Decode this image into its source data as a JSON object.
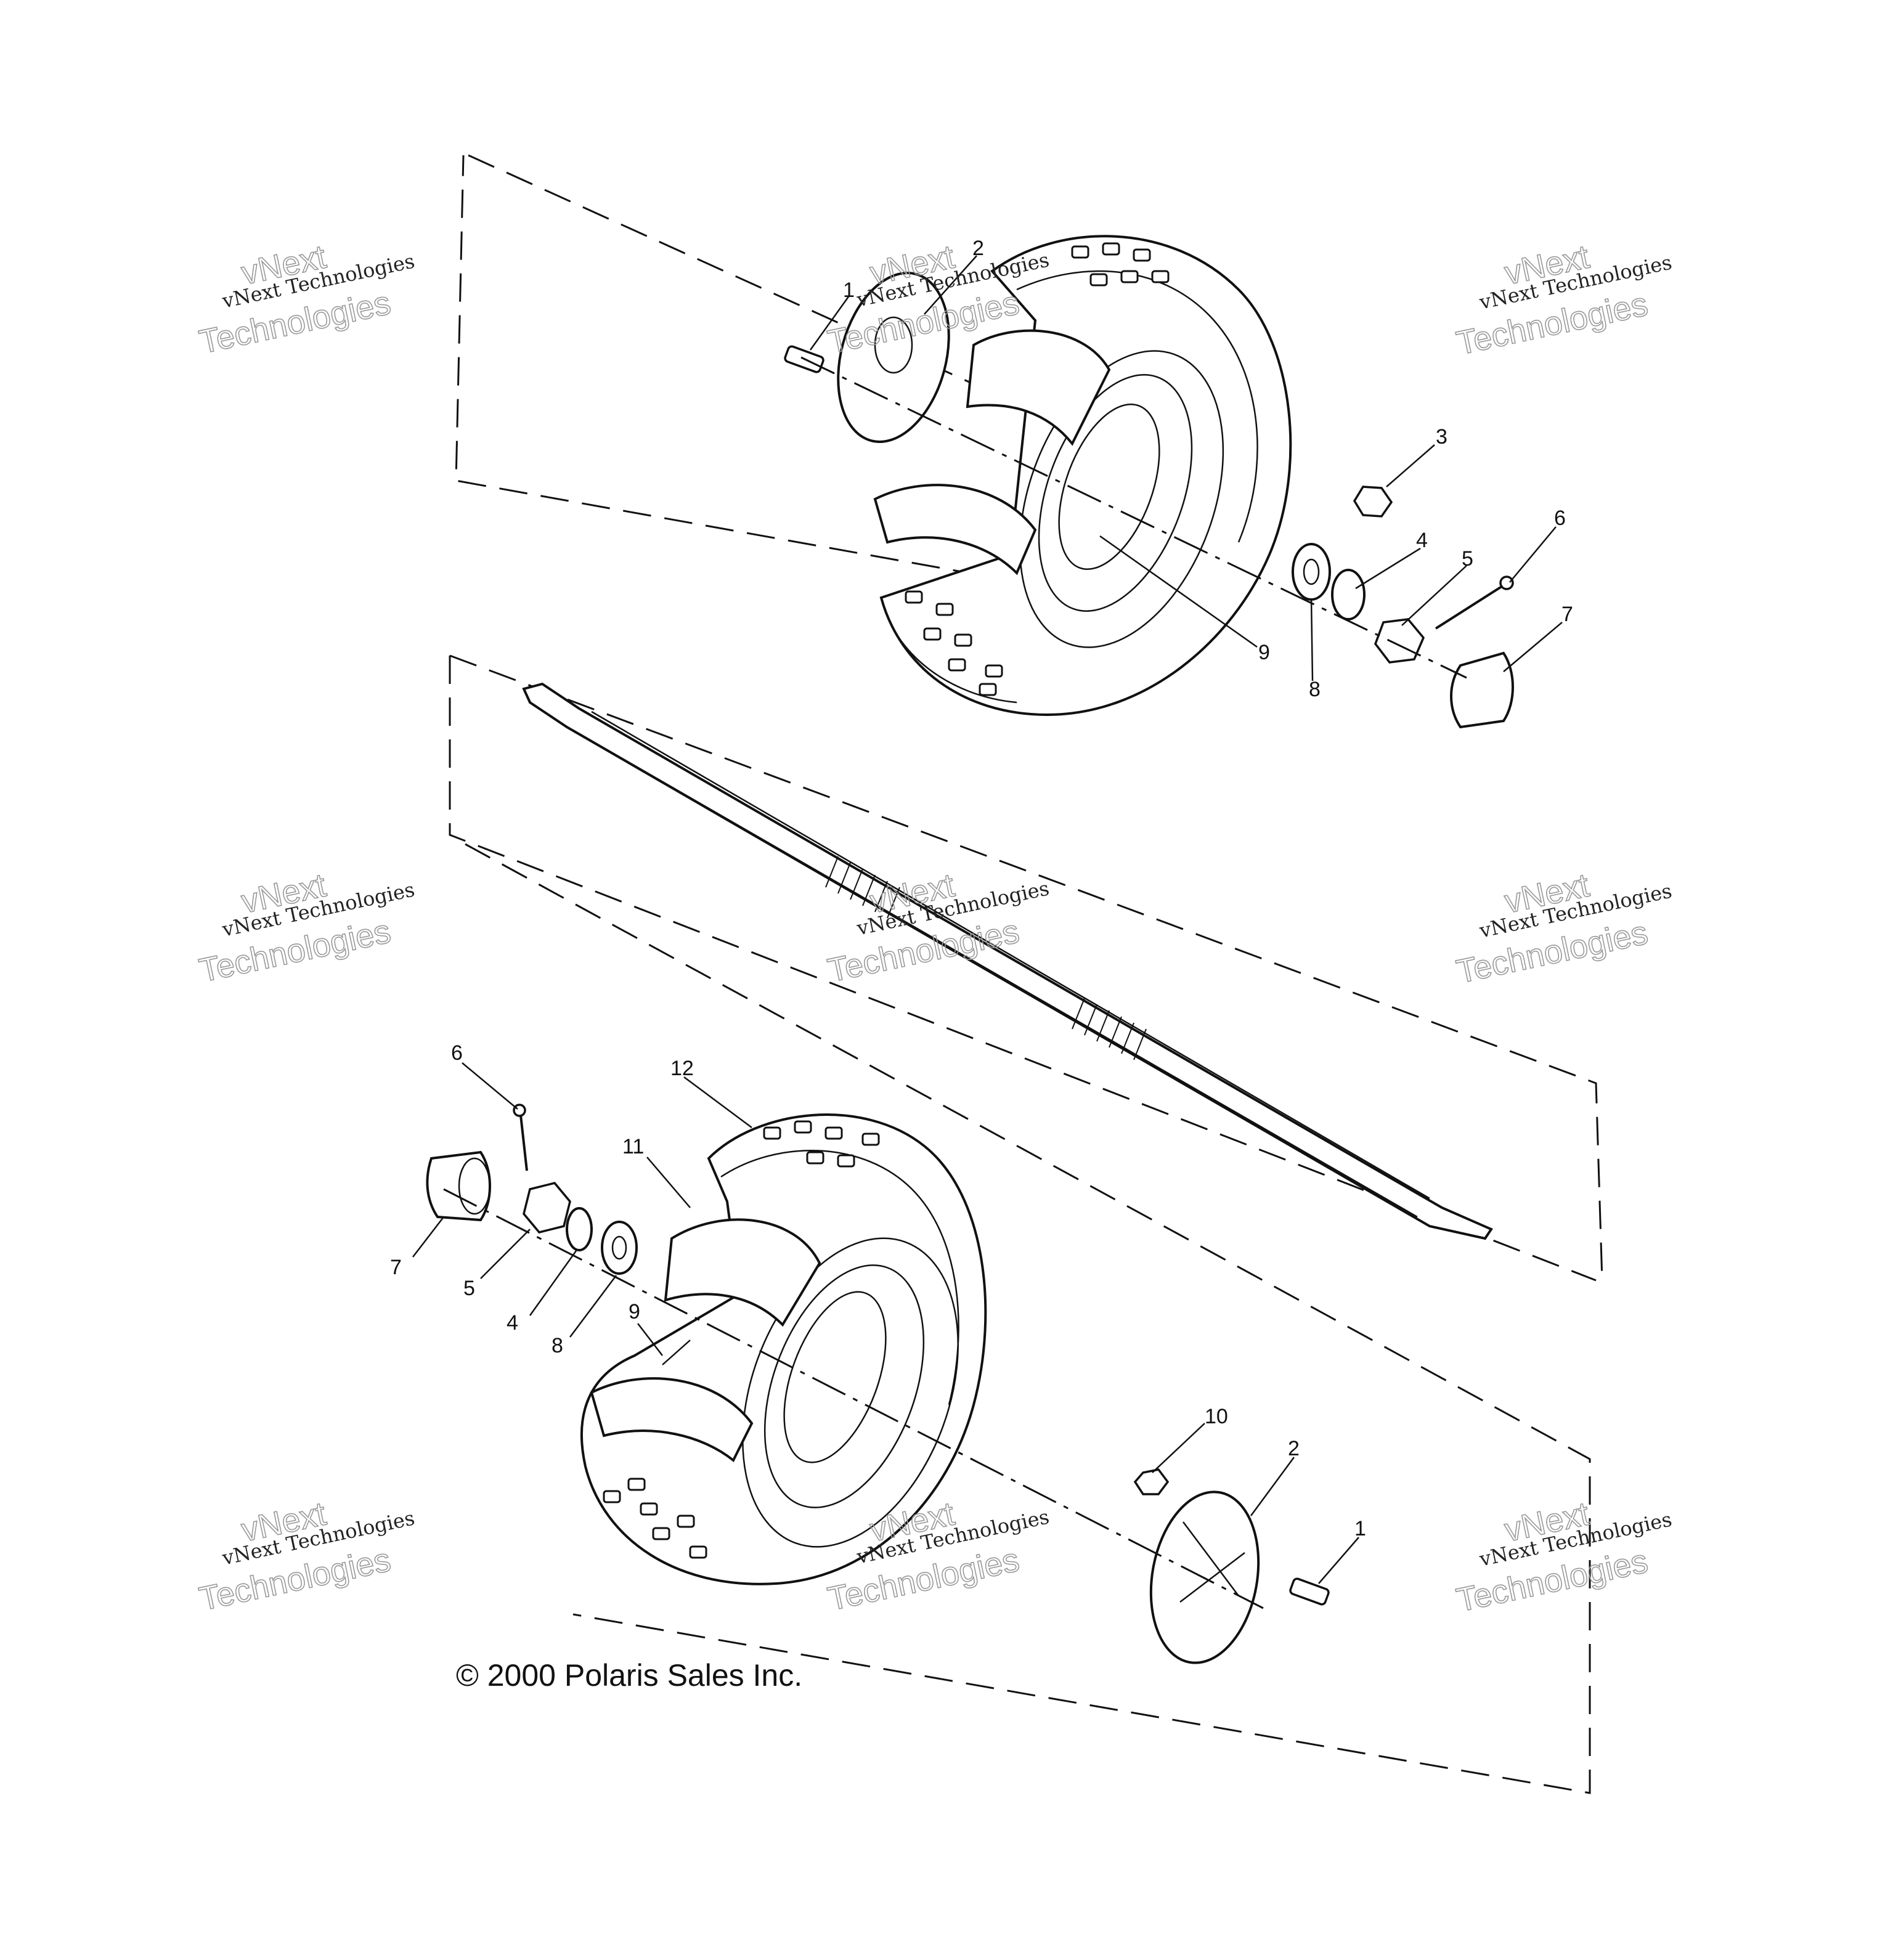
{
  "callouts": {
    "top": [
      "1",
      "2",
      "3",
      "4",
      "5",
      "6",
      "7",
      "8",
      "9"
    ],
    "bottom": [
      "6",
      "12",
      "11",
      "7",
      "5",
      "4",
      "8",
      "9",
      "10",
      "2",
      "1"
    ]
  },
  "watermark": {
    "line1": "vNext Technologies",
    "line2": "vNext",
    "line3": "Technologies"
  },
  "copyright": "© 2000 Polaris Sales Inc."
}
